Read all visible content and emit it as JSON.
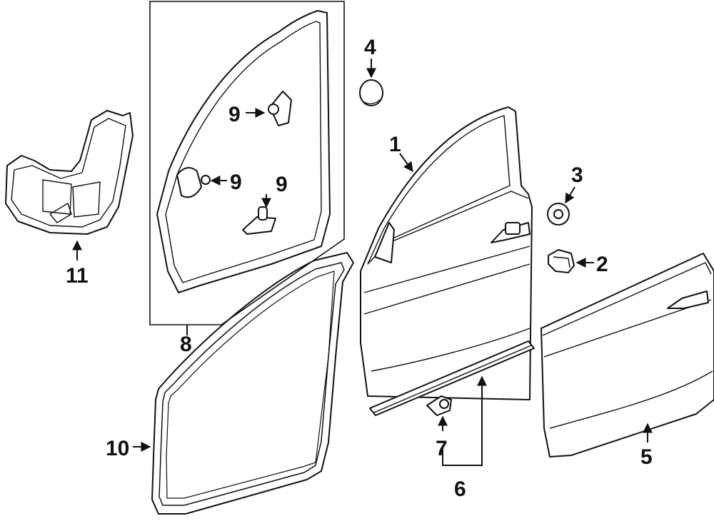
{
  "callouts": {
    "c1": "1",
    "c2": "2",
    "c3": "3",
    "c4": "4",
    "c5": "5",
    "c6": "6",
    "c7": "7",
    "c8": "8",
    "c9a": "9",
    "c9b": "9",
    "c9c": "9",
    "c10": "10",
    "c11": "11"
  }
}
